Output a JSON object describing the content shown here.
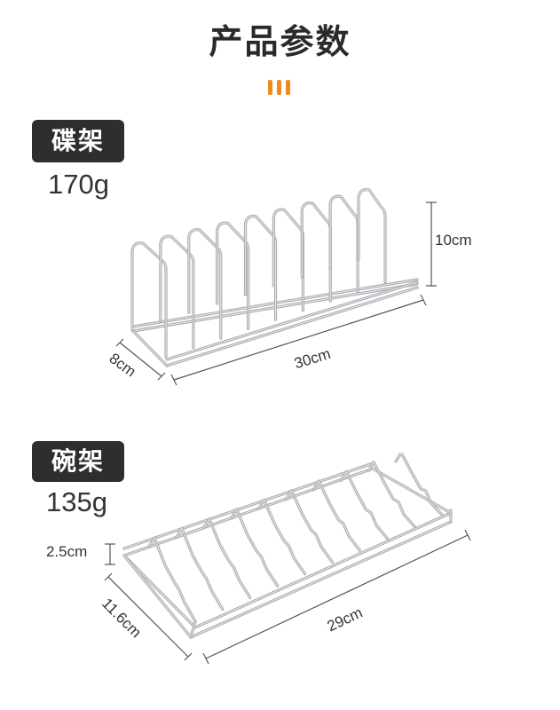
{
  "header": {
    "title": "产品参数",
    "accent_color": "#f08a1c"
  },
  "products": [
    {
      "name": "碟架",
      "weight": "170g",
      "dims": {
        "height": "10cm",
        "length": "30cm",
        "depth": "8cm"
      }
    },
    {
      "name": "碗架",
      "weight": "135g",
      "dims": {
        "height": "2.5cm",
        "length": "29cm",
        "depth": "11.6cm"
      }
    }
  ],
  "colors": {
    "label_bg": "#2e2e2e",
    "label_text": "#ffffff",
    "wire": "#a9adb1",
    "wire_highlight": "#e4e6e8"
  }
}
